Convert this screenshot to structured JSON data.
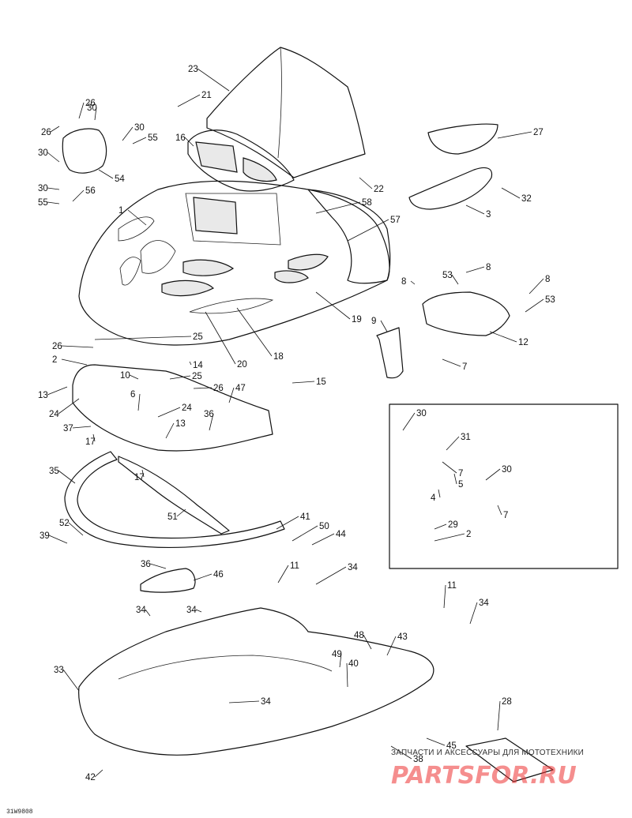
{
  "callouts": [
    {
      "n": "1"
    },
    {
      "n": "2"
    },
    {
      "n": "2"
    },
    {
      "n": "3"
    },
    {
      "n": "4"
    },
    {
      "n": "5"
    },
    {
      "n": "6"
    },
    {
      "n": "7"
    },
    {
      "n": "7"
    },
    {
      "n": "7"
    },
    {
      "n": "8"
    },
    {
      "n": "8"
    },
    {
      "n": "8"
    },
    {
      "n": "9"
    },
    {
      "n": "10"
    },
    {
      "n": "11"
    },
    {
      "n": "11"
    },
    {
      "n": "12"
    },
    {
      "n": "13"
    },
    {
      "n": "13"
    },
    {
      "n": "14"
    },
    {
      "n": "15"
    },
    {
      "n": "16"
    },
    {
      "n": "17"
    },
    {
      "n": "17"
    },
    {
      "n": "18"
    },
    {
      "n": "19"
    },
    {
      "n": "20"
    },
    {
      "n": "21"
    },
    {
      "n": "22"
    },
    {
      "n": "23"
    },
    {
      "n": "24"
    },
    {
      "n": "24"
    },
    {
      "n": "25"
    },
    {
      "n": "25"
    },
    {
      "n": "26"
    },
    {
      "n": "26"
    },
    {
      "n": "26"
    },
    {
      "n": "26"
    },
    {
      "n": "27"
    },
    {
      "n": "28"
    },
    {
      "n": "29"
    },
    {
      "n": "30"
    },
    {
      "n": "30"
    },
    {
      "n": "30"
    },
    {
      "n": "30"
    },
    {
      "n": "30"
    },
    {
      "n": "30"
    },
    {
      "n": "31"
    },
    {
      "n": "32"
    },
    {
      "n": "33"
    },
    {
      "n": "34"
    },
    {
      "n": "34"
    },
    {
      "n": "34"
    },
    {
      "n": "34"
    },
    {
      "n": "34"
    },
    {
      "n": "35"
    },
    {
      "n": "36"
    },
    {
      "n": "36"
    },
    {
      "n": "37"
    },
    {
      "n": "38"
    },
    {
      "n": "39"
    },
    {
      "n": "40"
    },
    {
      "n": "41"
    },
    {
      "n": "42"
    },
    {
      "n": "43"
    },
    {
      "n": "44"
    },
    {
      "n": "45"
    },
    {
      "n": "46"
    },
    {
      "n": "47"
    },
    {
      "n": "48"
    },
    {
      "n": "49"
    },
    {
      "n": "50"
    },
    {
      "n": "51"
    },
    {
      "n": "52"
    },
    {
      "n": "53"
    },
    {
      "n": "53"
    },
    {
      "n": "54"
    },
    {
      "n": "55"
    },
    {
      "n": "55"
    },
    {
      "n": "56"
    },
    {
      "n": "57"
    },
    {
      "n": "58"
    }
  ],
  "watermark_text": "ЗАПЧАСТИ И АКСЕССУАРЫ ДЛЯ МОТОТЕХНИКИ",
  "logo_text": "PARTSFOR.RU",
  "drawing_code": "31W9808",
  "colors": {
    "line": "#111111",
    "background": "#ffffff",
    "logo": "#e33333"
  }
}
